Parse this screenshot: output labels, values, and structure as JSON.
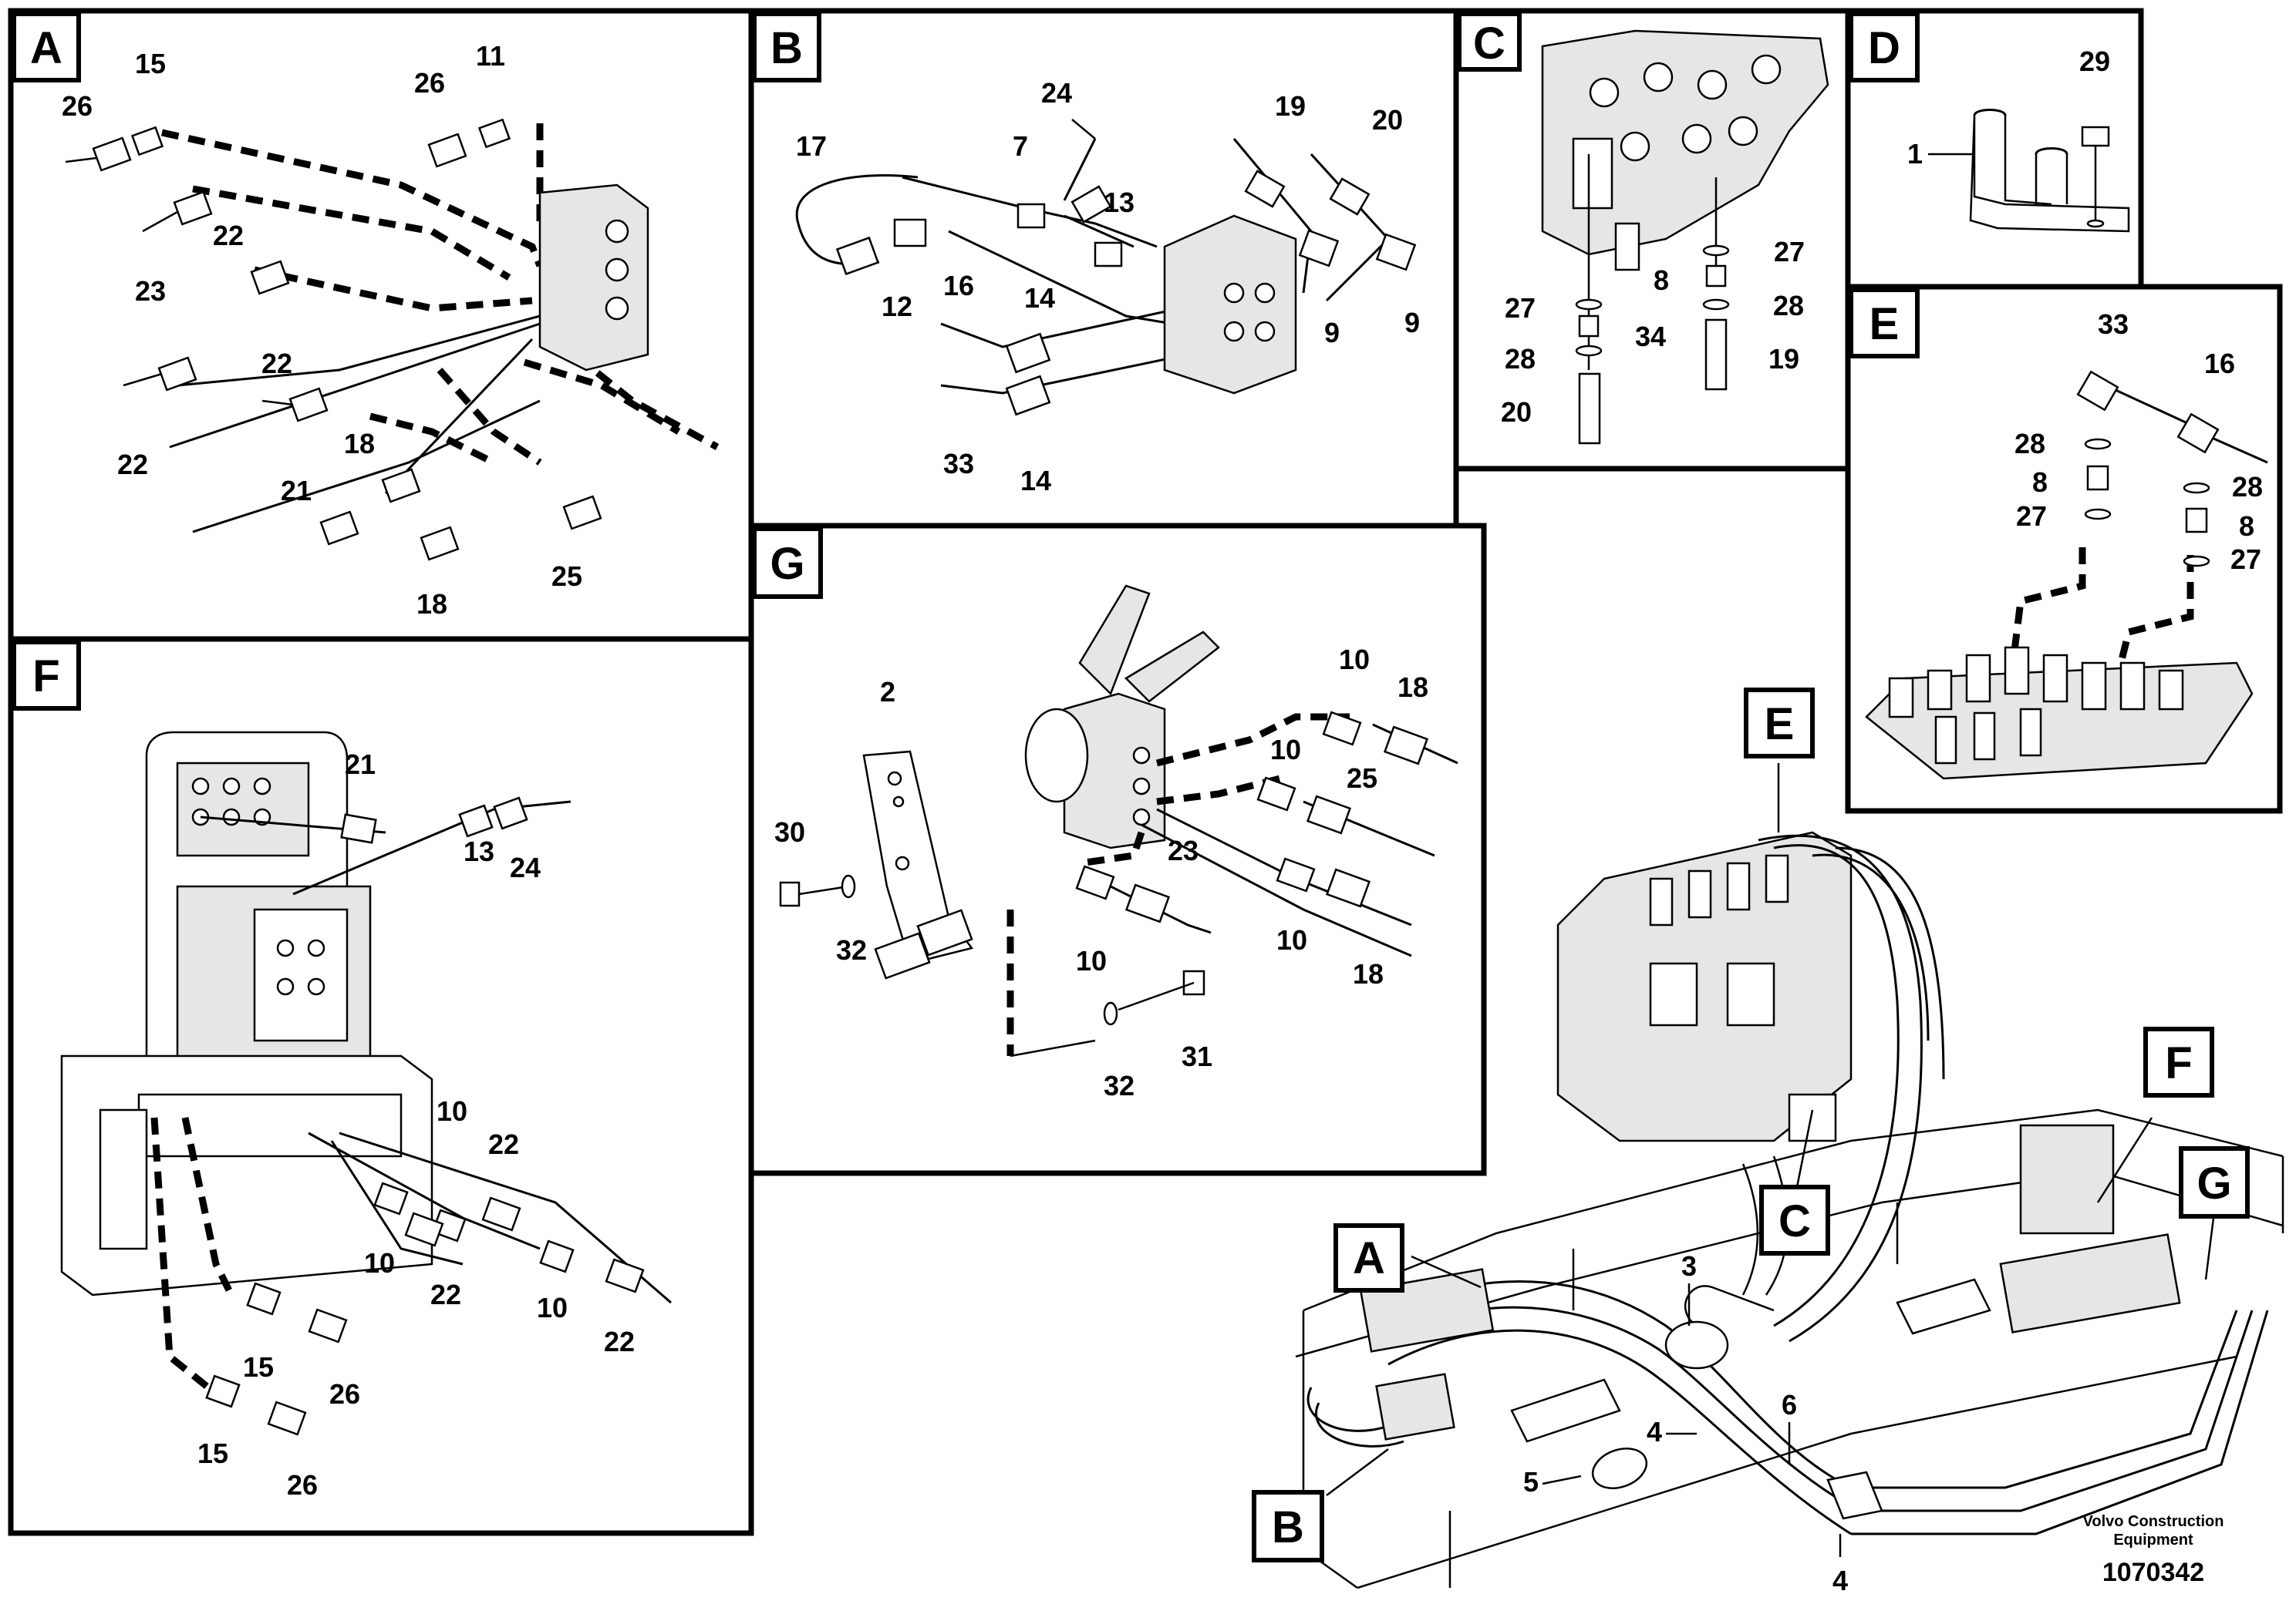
{
  "panels": {
    "A": {
      "letter": "A",
      "callouts": [
        "26",
        "15",
        "26",
        "11",
        "23",
        "22",
        "22",
        "22",
        "18",
        "21",
        "18",
        "25"
      ]
    },
    "B": {
      "letter": "B",
      "callouts": [
        "24",
        "17",
        "7",
        "13",
        "19",
        "20",
        "12",
        "16",
        "14",
        "9",
        "9",
        "33",
        "14"
      ]
    },
    "C": {
      "letter": "C",
      "callouts": [
        "27",
        "8",
        "27",
        "28",
        "34",
        "28",
        "19",
        "20"
      ]
    },
    "D": {
      "letter": "D",
      "callouts": [
        "29",
        "1"
      ]
    },
    "E": {
      "letter": "E",
      "callouts": [
        "33",
        "16",
        "28",
        "8",
        "28",
        "27",
        "8",
        "27"
      ]
    },
    "F": {
      "letter": "F",
      "callouts": [
        "21",
        "13",
        "24",
        "10",
        "22",
        "10",
        "22",
        "10",
        "22",
        "15",
        "26",
        "15",
        "26"
      ]
    },
    "G": {
      "letter": "G",
      "callouts": [
        "10",
        "18",
        "2",
        "10",
        "25",
        "30",
        "23",
        "32",
        "10",
        "10",
        "18",
        "32",
        "31"
      ]
    }
  },
  "overview": {
    "callouts": [
      "3",
      "4",
      "6",
      "5",
      "4"
    ],
    "markers": [
      "E",
      "C",
      "F",
      "G",
      "A",
      "B"
    ]
  },
  "credit": {
    "line1": "Volvo Construction",
    "line2": "Equipment",
    "part_number": "1070342"
  }
}
